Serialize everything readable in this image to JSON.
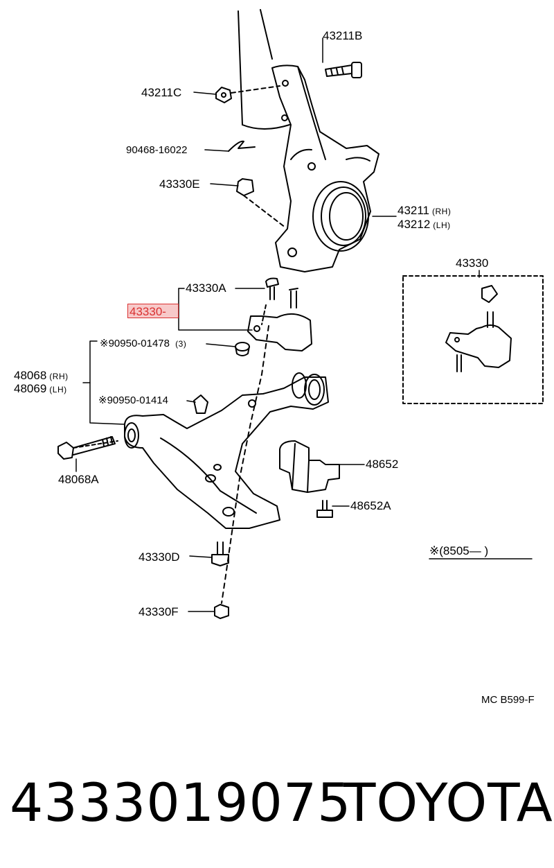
{
  "labels": {
    "l43211b": "43211B",
    "l43211c": "43211C",
    "l90468": "90468-16022",
    "l43330e": "43330E",
    "l43211": "43211",
    "l43212": "43212",
    "rh": "(RH)",
    "lh": "(LH)",
    "l43330_box": "43330",
    "l43330a": "43330A",
    "l43330_hl": "43330-",
    "l90950_01478": "※90950-01478",
    "qty3": "(3)",
    "l48068": "48068",
    "l48069": "48069",
    "l90950_01414": "※90950-01414",
    "l48068a": "48068A",
    "l48652": "48652",
    "l48652a": "48652A",
    "l43330d": "43330D",
    "l43330f": "43330F",
    "note": "※(8505—          )",
    "code": "MC  B599-F"
  },
  "footer": {
    "part_number": "4333019075",
    "brand": "TOYOTA"
  },
  "colors": {
    "highlight_border": "#d93030",
    "highlight_fill": "#f7c9c9"
  }
}
